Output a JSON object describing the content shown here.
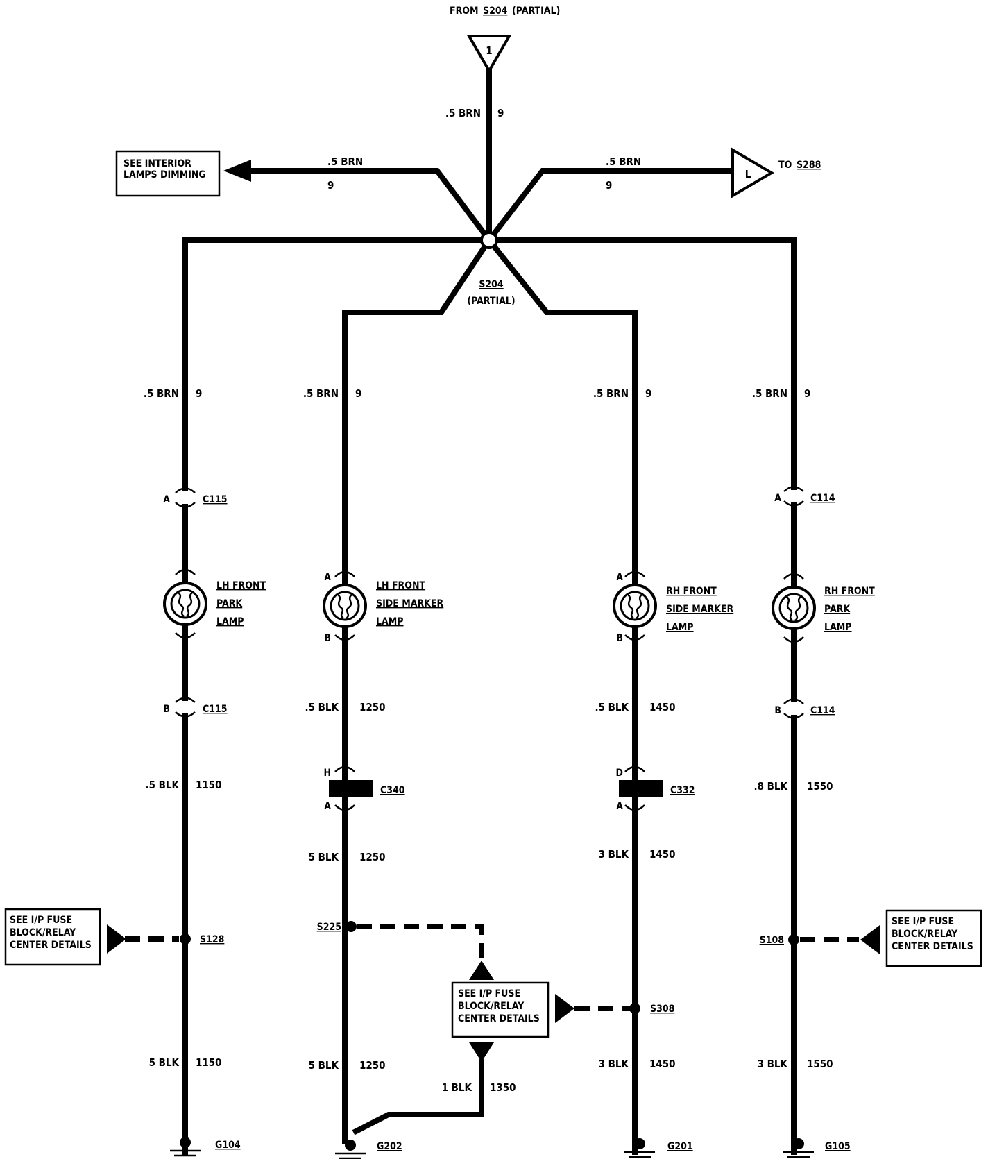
{
  "top": {
    "from_label": "FROM",
    "from_ref": "S204",
    "from_note": "(PARTIAL)",
    "connector_symbol": "1"
  },
  "splice": {
    "name": "S204",
    "note": "(PARTIAL)"
  },
  "left_branch": {
    "box_line1": "SEE INTERIOR",
    "box_line2": "LAMPS DIMMING",
    "wire": ".5 BRN",
    "circuit": "9"
  },
  "right_branch": {
    "symbol": "L",
    "to_label": "TO",
    "to_ref": "S288",
    "wire": ".5 BRN",
    "circuit": "9"
  },
  "feed": {
    "wire": ".5 BRN",
    "circuit": "9"
  },
  "columns": [
    {
      "wire_top": ".5 BRN",
      "circuit_top": "9",
      "conn_top_pin": "A",
      "conn_top": "C115",
      "lamp_l1": "LH FRONT",
      "lamp_l2": "PARK",
      "lamp_l3": "LAMP",
      "conn_bot_pin": "B",
      "conn_bot": "C115",
      "wire_mid": ".5 BLK",
      "circuit_mid": "1150",
      "splice": "S128",
      "box_l1": "SEE I/P FUSE",
      "box_l2": "BLOCK/RELAY",
      "box_l3": "CENTER DETAILS",
      "wire_bot": "5 BLK",
      "circuit_bot": "1150",
      "ground": "G104"
    },
    {
      "wire_top": ".5 BRN",
      "circuit_top": "9",
      "lamp_pin_a": "A",
      "lamp_pin_b": "B",
      "lamp_l1": "LH FRONT",
      "lamp_l2": "SIDE MARKER",
      "lamp_l3": "LAMP",
      "wire_mid": ".5 BLK",
      "circuit_mid": "1250",
      "inline_pin_top": "H",
      "inline_pin_bot": "A",
      "inline_conn": "C340",
      "wire_low": "5 BLK",
      "circuit_low": "1250",
      "splice": "S225",
      "wire_bot": "5 BLK",
      "circuit_bot": "1250",
      "ground": "G202"
    },
    {
      "wire_top": ".5 BRN",
      "circuit_top": "9",
      "lamp_pin_a": "A",
      "lamp_pin_b": "B",
      "lamp_l1": "RH FRONT",
      "lamp_l2": "SIDE MARKER",
      "lamp_l3": "LAMP",
      "wire_mid": ".5 BLK",
      "circuit_mid": "1450",
      "inline_pin_top": "D",
      "inline_pin_bot": "A",
      "inline_conn": "C332",
      "wire_low": "3 BLK",
      "circuit_low": "1450",
      "splice": "S308",
      "wire_bot": "3 BLK",
      "circuit_bot": "1450",
      "ground": "G201"
    },
    {
      "wire_top": ".5 BRN",
      "circuit_top": "9",
      "conn_top_pin": "A",
      "conn_top": "C114",
      "lamp_l1": "RH FRONT",
      "lamp_l2": "PARK",
      "lamp_l3": "LAMP",
      "conn_bot_pin": "B",
      "conn_bot": "C114",
      "wire_mid": ".8 BLK",
      "circuit_mid": "1550",
      "splice": "S108",
      "box_l1": "SEE I/P FUSE",
      "box_l2": "BLOCK/RELAY",
      "box_l3": "CENTER DETAILS",
      "wire_bot": "3 BLK",
      "circuit_bot": "1550",
      "ground": "G105"
    }
  ],
  "center_box": {
    "l1": "SEE I/P FUSE",
    "l2": "BLOCK/RELAY",
    "l3": "CENTER DETAILS"
  },
  "ground_jumper": {
    "wire": "1 BLK",
    "circuit": "1350"
  }
}
